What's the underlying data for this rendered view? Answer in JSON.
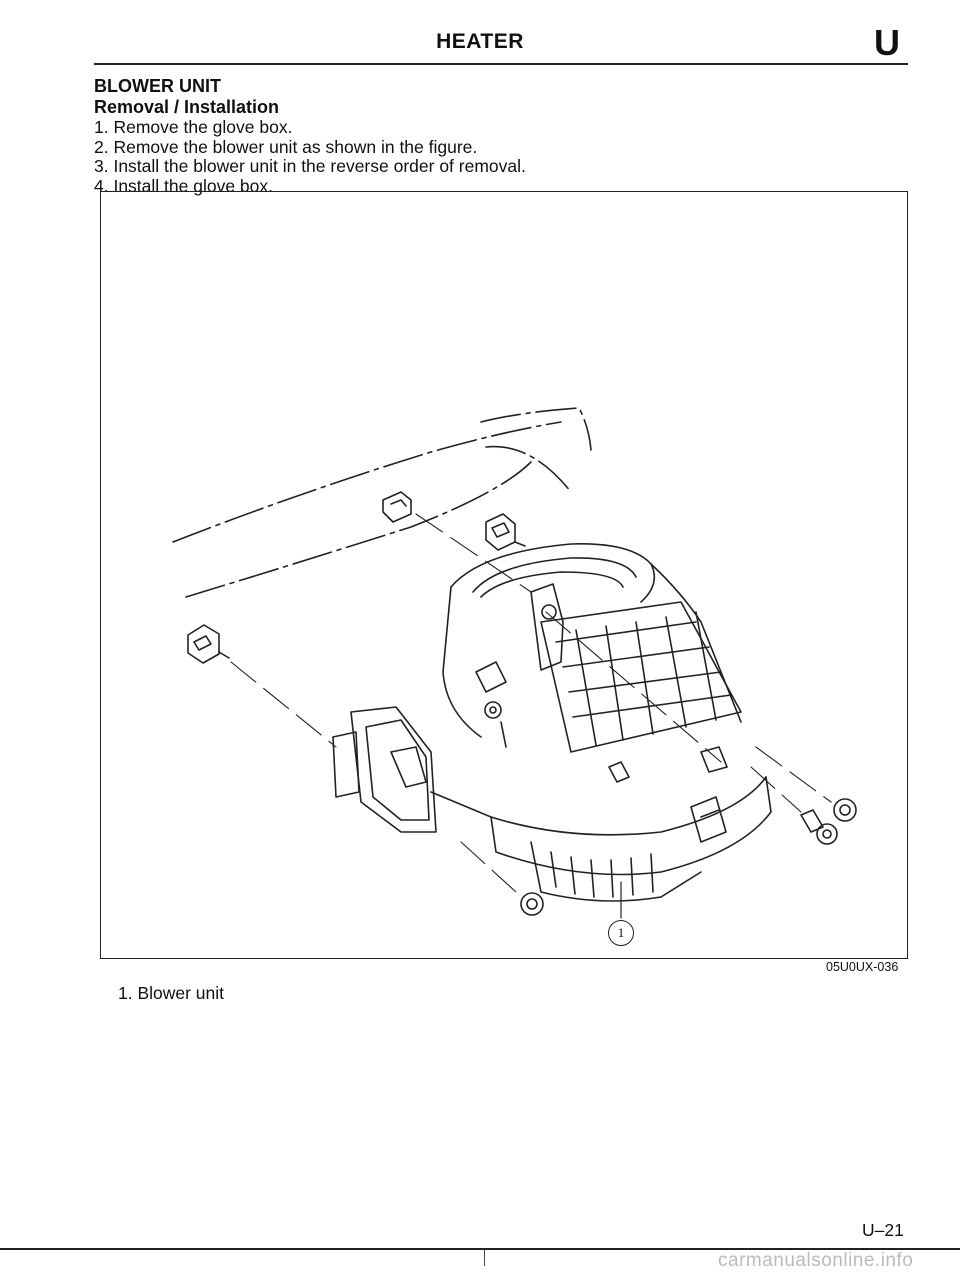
{
  "header": {
    "title": "HEATER",
    "section_letter": "U"
  },
  "content": {
    "heading": "BLOWER UNIT",
    "subheading": "Removal / Installation",
    "steps": [
      "1. Remove the glove box.",
      "2. Remove the blower unit as shown in the figure.",
      "3. Install the blower unit in the reverse order of removal.",
      "4. Install the glove box."
    ]
  },
  "figure": {
    "callout": "1",
    "code": "05U0UX-036",
    "caption": "1. Blower unit"
  },
  "footer": {
    "page_number": "U–21",
    "watermark": "carmanualsonline.info"
  }
}
